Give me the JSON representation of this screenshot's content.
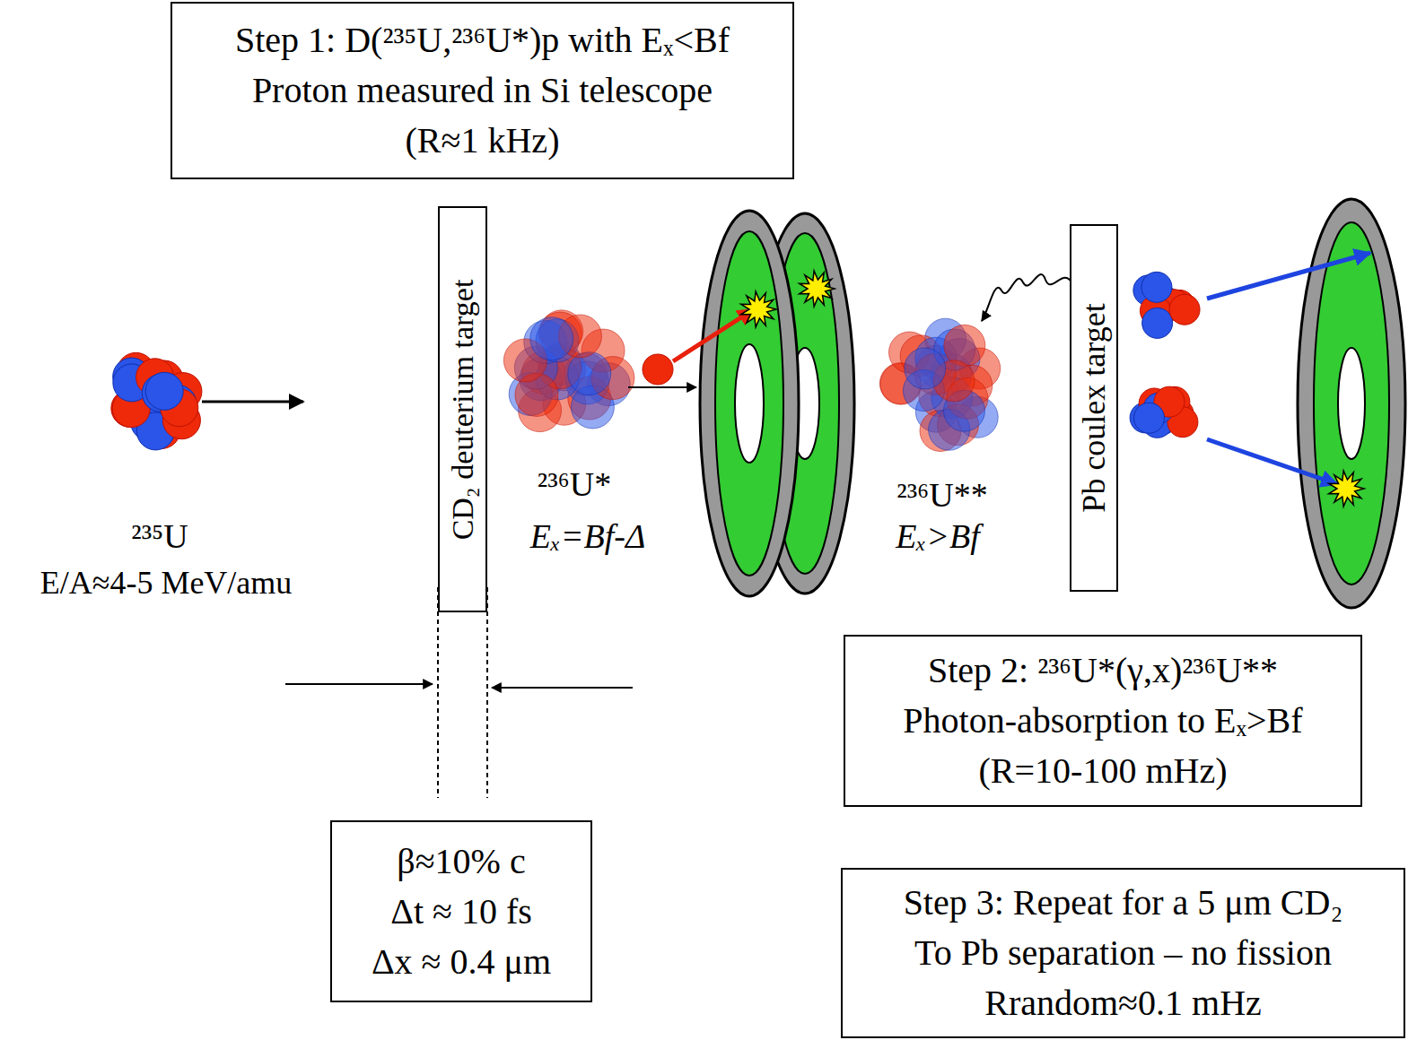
{
  "diagram": {
    "nodes": [
      {
        "text": [
          "Step 1: D(²³⁵U,²³⁶U*)p with Eₓ<Bf",
          "Proton measured in Si telescope",
          "(R≈1 kHz)"
        ]
      },
      {
        "text": [
          "CD₂ deuterium target"
        ]
      },
      {
        "text": [
          "Pb coulex target"
        ]
      },
      {
        "text": [
          "Step 2: ²³⁶U*(γ,x)²³⁶U**",
          "Photon-absorption to Eₓ>Bf",
          "(R=10-100 mHz)"
        ]
      },
      {
        "text": [
          "β≈10% c",
          "Δt ≈ 10 fs",
          "Δx ≈ 0.4 μm"
        ]
      },
      {
        "text": [
          "Step 3: Repeat for a 5 μm CD₂",
          "To Pb separation – no fission",
          "Rrandom≈0.1 mHz"
        ]
      }
    ],
    "labels": [
      "²³⁵U",
      "E/A≈4-5 MeV/amu",
      "²³⁶U*",
      "Eₓ=Bf-Δ",
      "²³⁶U**",
      "Eₓ>Bf"
    ]
  }
}
